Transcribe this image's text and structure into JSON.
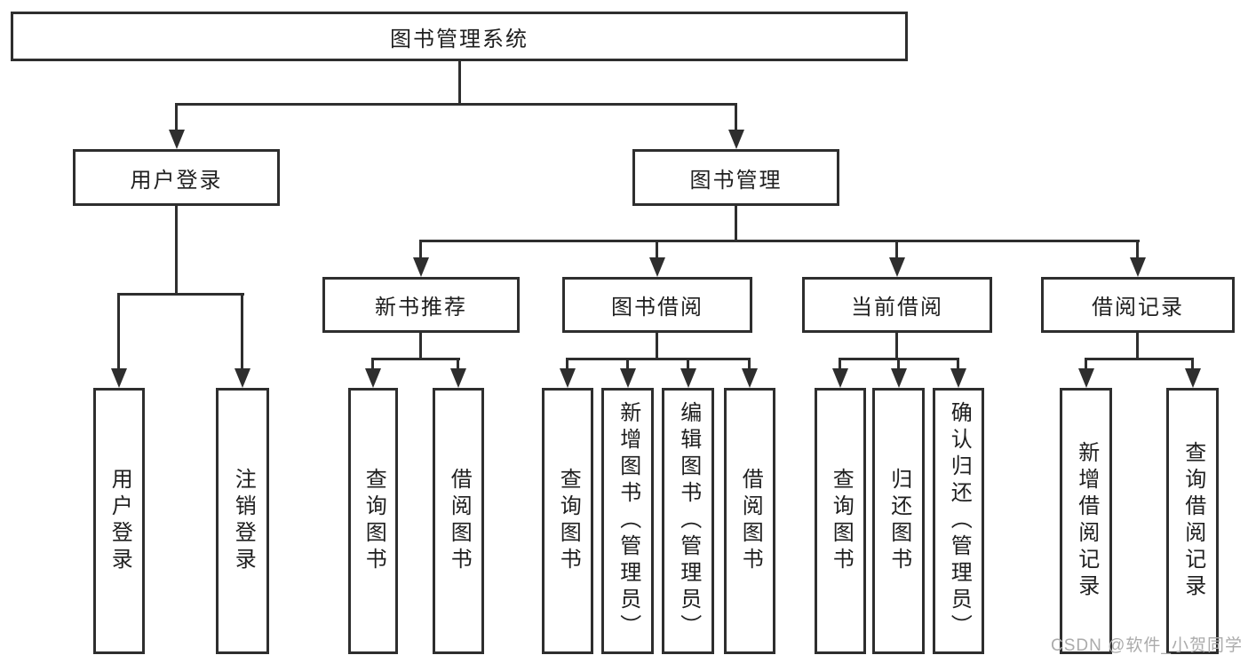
{
  "diagram": {
    "root": {
      "label": "图书管理系统"
    },
    "children": [
      {
        "label": "用户登录",
        "children": [
          {
            "label": "用户登录"
          },
          {
            "label": "注销登录"
          }
        ]
      },
      {
        "label": "图书管理",
        "children": [
          {
            "label": "新书推荐",
            "children": [
              {
                "label": "查询图书"
              },
              {
                "label": "借阅图书"
              }
            ]
          },
          {
            "label": "图书借阅",
            "children": [
              {
                "label": "查询图书"
              },
              {
                "label": "新增图书（管理员）"
              },
              {
                "label": "编辑图书（管理员）"
              },
              {
                "label": "借阅图书"
              }
            ]
          },
          {
            "label": "当前借阅",
            "children": [
              {
                "label": "查询图书"
              },
              {
                "label": "归还图书"
              },
              {
                "label": "确认归还（管理员）"
              }
            ]
          },
          {
            "label": "借阅记录",
            "children": [
              {
                "label": "新增借阅记录"
              },
              {
                "label": "查询借阅记录"
              }
            ]
          }
        ]
      }
    ]
  },
  "watermark": {
    "text": "CSDN @软件_小贺同学"
  },
  "colors": {
    "line": "#2e2e2e",
    "text": "#1f1f1f",
    "watermark": "#ababab",
    "background": "#ffffff"
  }
}
